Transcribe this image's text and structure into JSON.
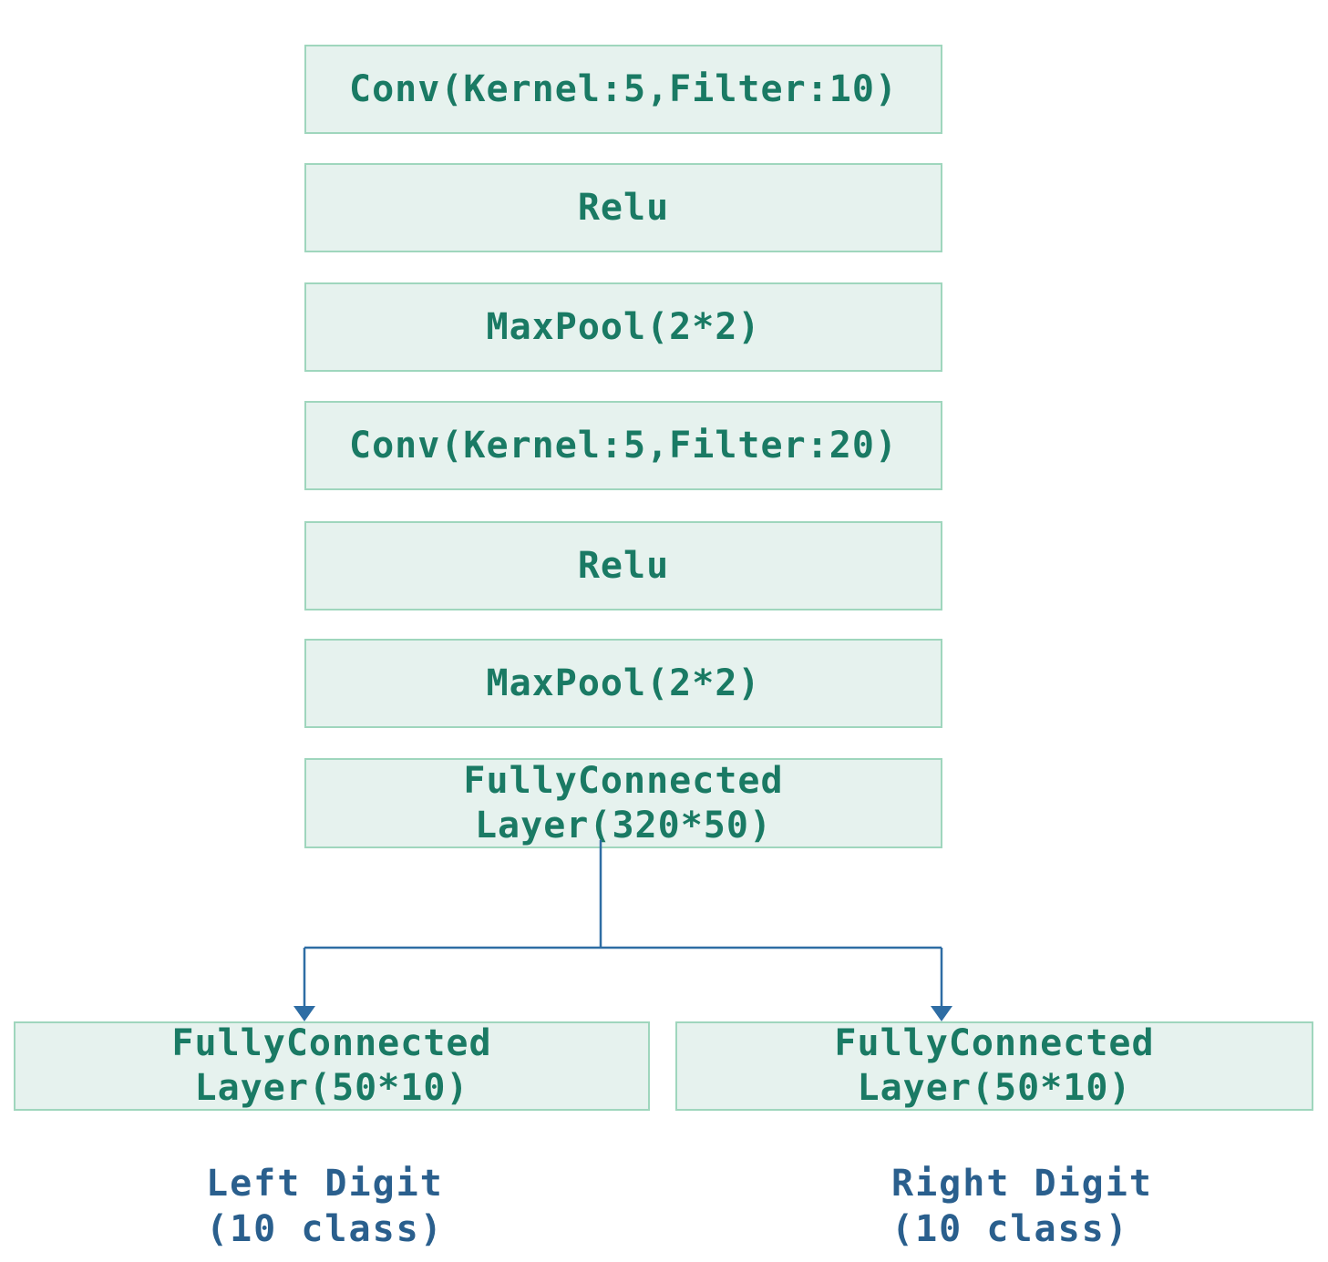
{
  "layers": [
    {
      "line1": "Conv(Kernel:5,Filter:10)"
    },
    {
      "line1": "Relu"
    },
    {
      "line1": "MaxPool(2*2)"
    },
    {
      "line1": "Conv(Kernel:5,Filter:20)"
    },
    {
      "line1": "Relu"
    },
    {
      "line1": "MaxPool(2*2)"
    },
    {
      "line1": "FullyConnected",
      "line2": "Layer(320*50)"
    }
  ],
  "heads": [
    {
      "line1": "FullyConnected",
      "line2": "Layer(50*10)"
    },
    {
      "line1": "FullyConnected",
      "line2": "Layer(50*10)"
    }
  ],
  "outputs": [
    {
      "line1": "Left Digit",
      "line2": "(10 class)"
    },
    {
      "line1": "Right Digit",
      "line2": "(10 class)"
    }
  ],
  "colors": {
    "box_fill": "#e6f2ee",
    "box_border": "#9fd6bd",
    "box_text": "#1a7a64",
    "arrow": "#2e6da4",
    "output_text": "#2a5f8d"
  }
}
